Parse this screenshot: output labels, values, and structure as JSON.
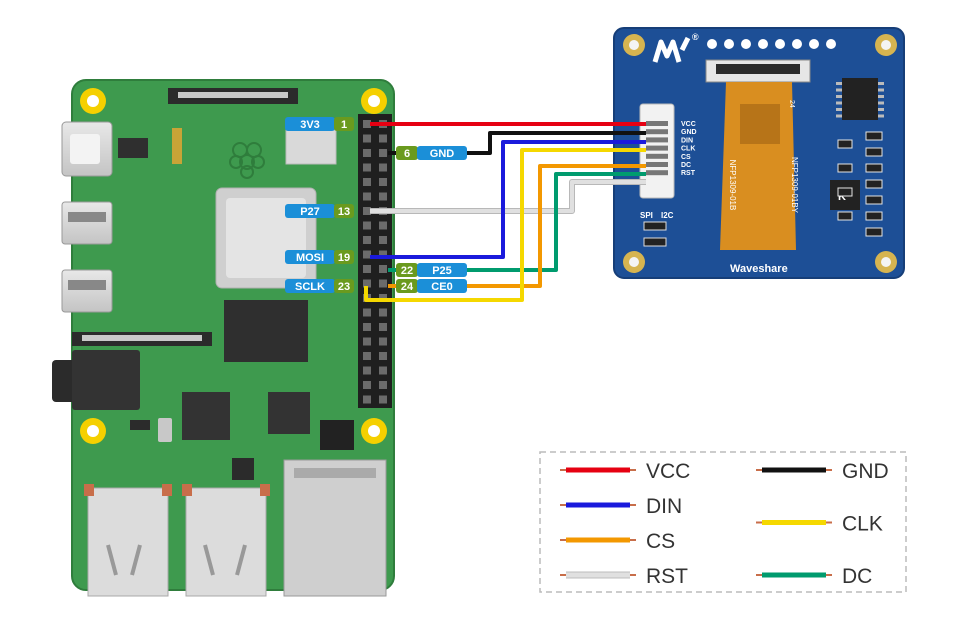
{
  "rpi_labels": [
    {
      "id": "3v3",
      "name": "3V3",
      "pin": "1",
      "side": "left"
    },
    {
      "id": "gnd",
      "name": "GND",
      "pin": "6",
      "side": "right"
    },
    {
      "id": "p27",
      "name": "P27",
      "pin": "13",
      "side": "left"
    },
    {
      "id": "mosi",
      "name": "MOSI",
      "pin": "19",
      "side": "left"
    },
    {
      "id": "p25",
      "name": "P25",
      "pin": "22",
      "side": "right"
    },
    {
      "id": "sclk",
      "name": "SCLK",
      "pin": "23",
      "side": "left"
    },
    {
      "id": "ce0",
      "name": "CE0",
      "pin": "24",
      "side": "right"
    }
  ],
  "oled": {
    "brand": "Waveshare",
    "registered_mark": "®",
    "header_pins": [
      "VCC",
      "GND",
      "DIN",
      "CLK",
      "CS",
      "DC",
      "RST"
    ],
    "fpc_label_left": "NFP1309-01B",
    "fpc_label_right": "NFP1309-01BY",
    "fpc_mark": "24",
    "spi_label": "SPI",
    "i2c_label": "I2C",
    "chip_mark": "K"
  },
  "legend": [
    {
      "label": "VCC",
      "color": "#e60012"
    },
    {
      "label": "GND",
      "color": "#111111"
    },
    {
      "label": "DIN",
      "color": "#1a1adc"
    },
    {
      "label": "CLK",
      "color": "#f5d800"
    },
    {
      "label": "CS",
      "color": "#f39800"
    },
    {
      "label": "DC",
      "color": "#009b6e"
    },
    {
      "label": "RST",
      "color": "#e0e0e0"
    }
  ],
  "colors": {
    "pi_board": "#3e9a4e",
    "pi_board_edge": "#2f7d3c",
    "oled_board": "#1d4f96",
    "label_blue": "#1b8fd8",
    "label_green": "#6a9a1e"
  }
}
